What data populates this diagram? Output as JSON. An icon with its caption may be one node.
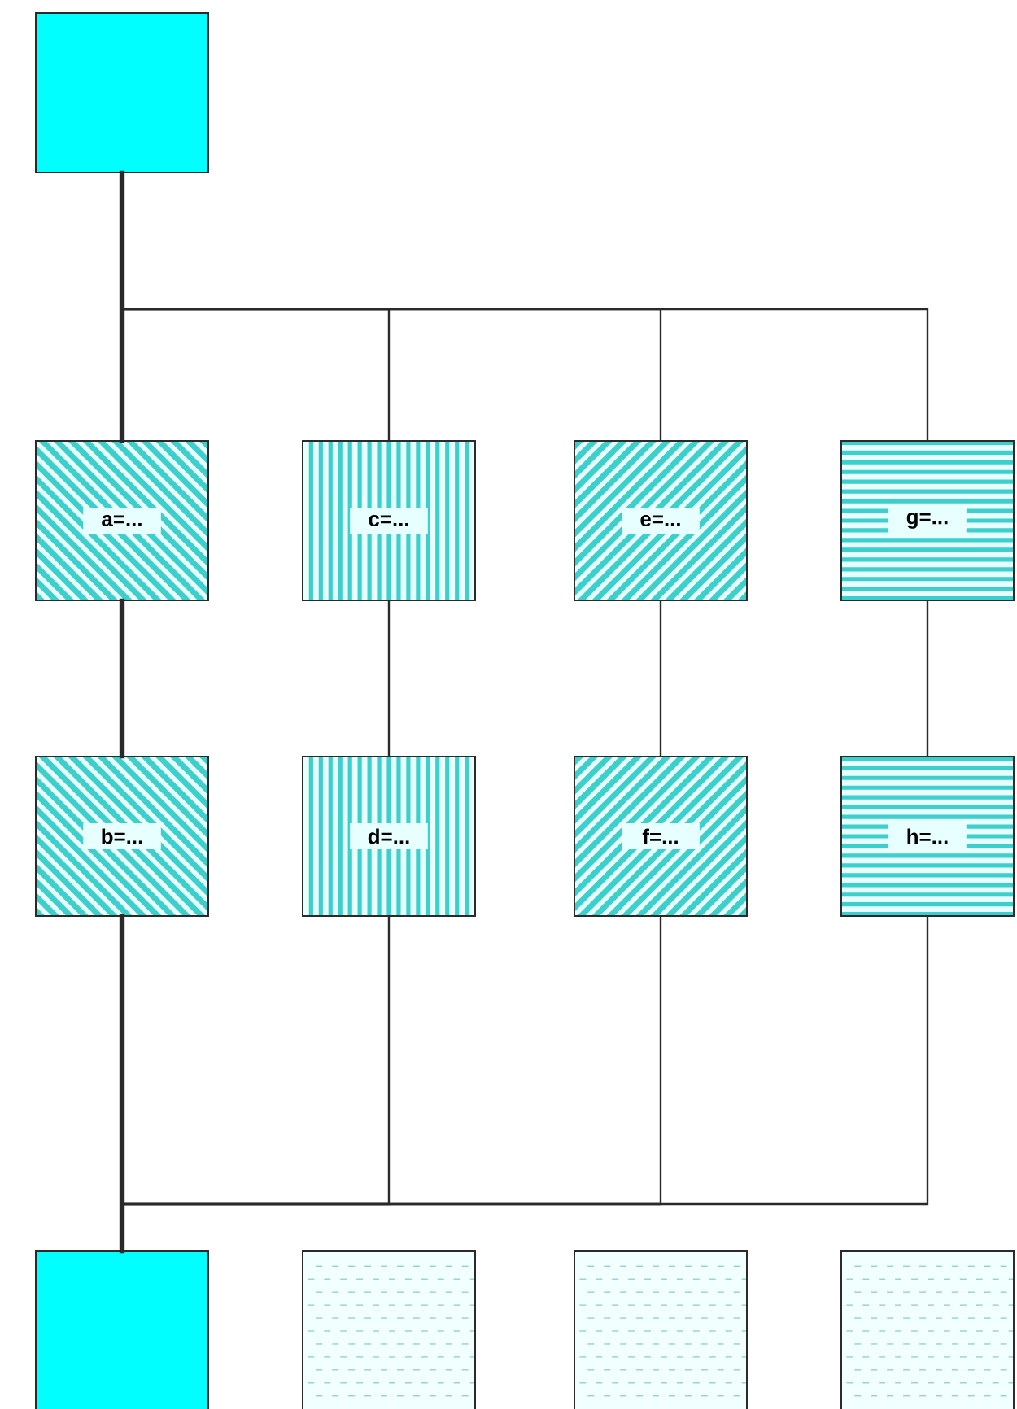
{
  "diagram": {
    "nodes": [
      {
        "text": [],
        "shape": "box"
      },
      {
        "text": [
          "a=..."
        ]
      },
      {
        "text": [
          "c=..."
        ]
      },
      {
        "text": [
          "e=..."
        ]
      },
      {
        "text": [
          "g=..."
        ]
      },
      {
        "text": [
          "b=..."
        ]
      },
      {
        "text": [
          "d=..."
        ]
      },
      {
        "text": [
          "f=..."
        ]
      },
      {
        "text": [
          "h=..."
        ]
      },
      {
        "text": [],
        "shape": "box"
      },
      {
        "text": [],
        "shape": "box"
      },
      {
        "text": [],
        "shape": "box"
      },
      {
        "text": [],
        "shape": "box"
      }
    ],
    "edges": [
      {
        "from": 0,
        "to": 1,
        "arrow": "none",
        "style": "thick"
      },
      {
        "from": 0,
        "to": 2,
        "arrow": "none"
      },
      {
        "from": 0,
        "to": 3,
        "arrow": "none"
      },
      {
        "from": 0,
        "to": 4,
        "arrow": "none"
      },
      {
        "from": 1,
        "to": 5,
        "arrow": "none",
        "style": "thick"
      },
      {
        "from": 2,
        "to": 6,
        "arrow": "none"
      },
      {
        "from": 3,
        "to": 7,
        "arrow": "none"
      },
      {
        "from": 4,
        "to": 8,
        "arrow": "none"
      },
      {
        "from": 5,
        "to": 9,
        "arrow": "none",
        "style": "thick"
      },
      {
        "from": 6,
        "to": 9,
        "arrow": "none"
      },
      {
        "from": 7,
        "to": 9,
        "arrow": "none"
      },
      {
        "from": 8,
        "to": 9,
        "arrow": "none"
      }
    ]
  }
}
